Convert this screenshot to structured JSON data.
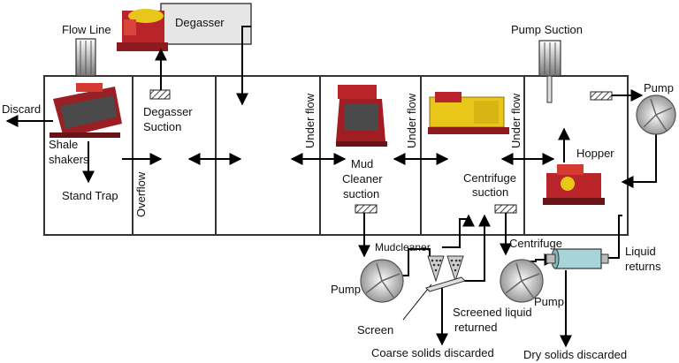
{
  "labels": {
    "flow_line": "Flow Line",
    "degasser": "Degasser",
    "pump_suction": "Pump Suction",
    "discard": "Discard",
    "degasser_suction_1": "Degasser",
    "degasser_suction_2": "Suction",
    "shale_shakers_1": "Shale",
    "shale_shakers_2": "shakers",
    "stand_trap": "Stand Trap",
    "overflow": "Overflow",
    "under_flow": "Under flow",
    "mud_cleaner_suction_1": "Mud",
    "mud_cleaner_suction_2": "Cleaner",
    "mud_cleaner_suction_3": "suction",
    "centrifuge_suction_1": "Centrifuge",
    "centrifuge_suction_2": "suction",
    "hopper": "Hopper",
    "pump": "Pump",
    "mud_cleaner": "Mudcleaner",
    "centrifuge": "Centrifuge",
    "liquid_returns_1": "Liquid",
    "liquid_returns_2": "returns",
    "screen": "Screen",
    "screened_liquid_1": "Screened liquid",
    "screened_liquid_2": "returned",
    "coarse_solids": "Coarse solids discarded",
    "dry_solids": "Dry solids discarded"
  },
  "colors": {
    "equipment_red": "#b8242a",
    "equipment_yellow": "#e8c61a",
    "tank_fill": "#ffffff",
    "degasser_box": "#e6e6e6",
    "centrifuge_body": "#a8d4d8"
  }
}
